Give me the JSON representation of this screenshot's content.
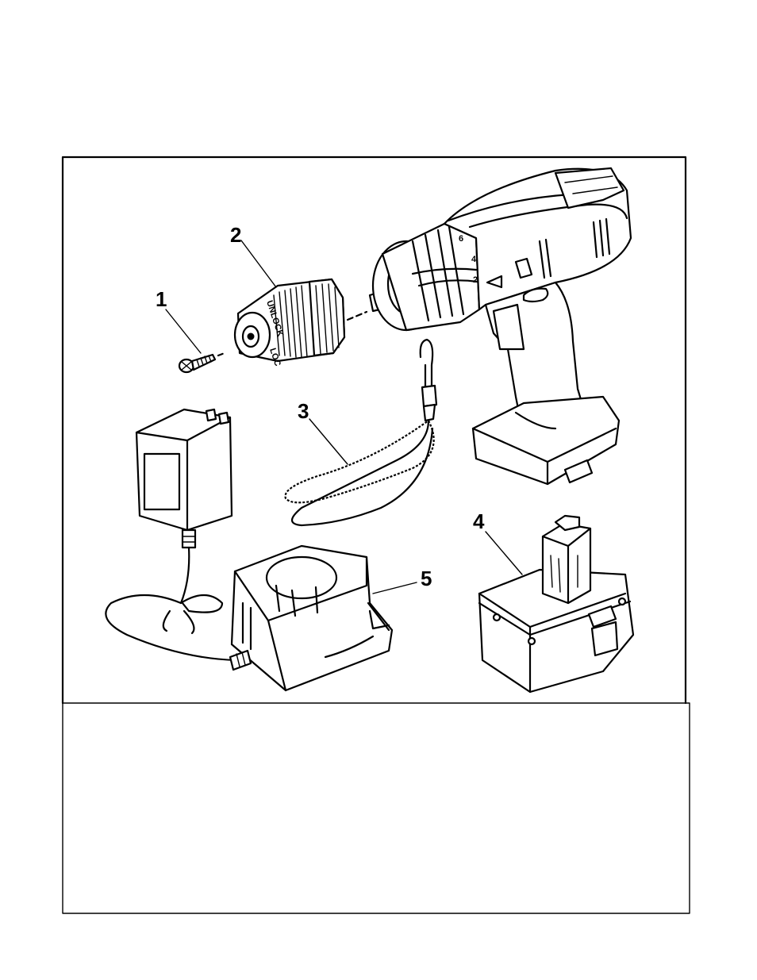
{
  "callouts": [
    {
      "id": "part-1",
      "label": "1"
    },
    {
      "id": "part-2",
      "label": "2"
    },
    {
      "id": "part-3",
      "label": "3"
    },
    {
      "id": "part-4",
      "label": "4"
    },
    {
      "id": "part-5",
      "label": "5"
    }
  ],
  "chuck": {
    "unlock_text": "UNLOCK",
    "lock_text": "LOC"
  },
  "clutch_numbers": [
    "6",
    "4",
    "2"
  ]
}
